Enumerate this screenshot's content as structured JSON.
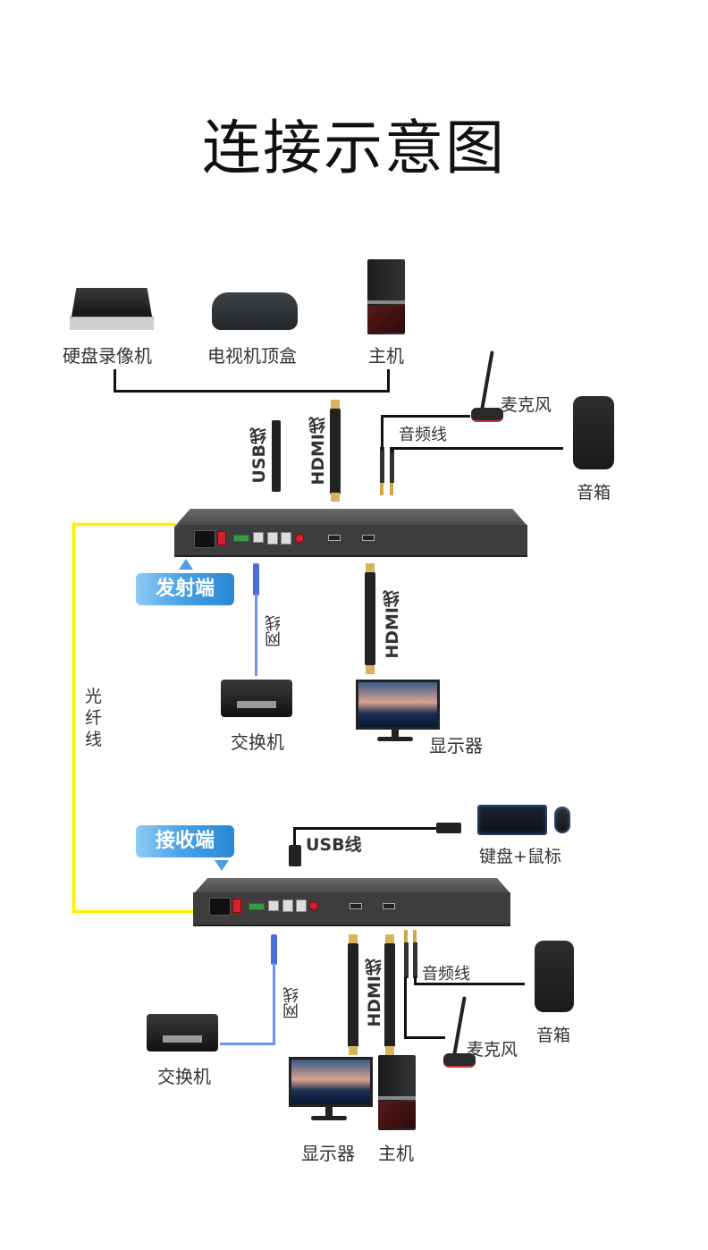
{
  "title": "连接示意图",
  "transmitter": {
    "badge": "发射端",
    "sources": [
      {
        "label": "硬盘录像机",
        "icon": "nvr-icon"
      },
      {
        "label": "电视机顶盒",
        "icon": "set-top-box-icon"
      },
      {
        "label": "主机",
        "icon": "pc-tower-icon"
      }
    ],
    "cables": {
      "usb": "USB线",
      "hdmi": "HDMI线",
      "audio": "音频线",
      "network": "网线",
      "hdmi_out": "HDMI线"
    },
    "microphone": "麦克风",
    "speaker": "音箱",
    "switch": "交换机",
    "monitor": "显示器"
  },
  "fiber": {
    "label_chars": [
      "光",
      "纤",
      "线"
    ]
  },
  "receiver": {
    "badge": "接收端",
    "cables": {
      "usb": "USB线",
      "hdmi": "HDMI线",
      "audio": "音频线",
      "network": "网线"
    },
    "keyboard_mouse": "键盘+鼠标",
    "switch": "交换机",
    "monitor": "显示器",
    "host": "主机",
    "microphone": "麦克风",
    "speaker": "音箱"
  },
  "colors": {
    "fiber": "#ffee00",
    "network_cable": "#6f93f0",
    "badge_blue": "#2a86d3",
    "wire": "#111111"
  }
}
